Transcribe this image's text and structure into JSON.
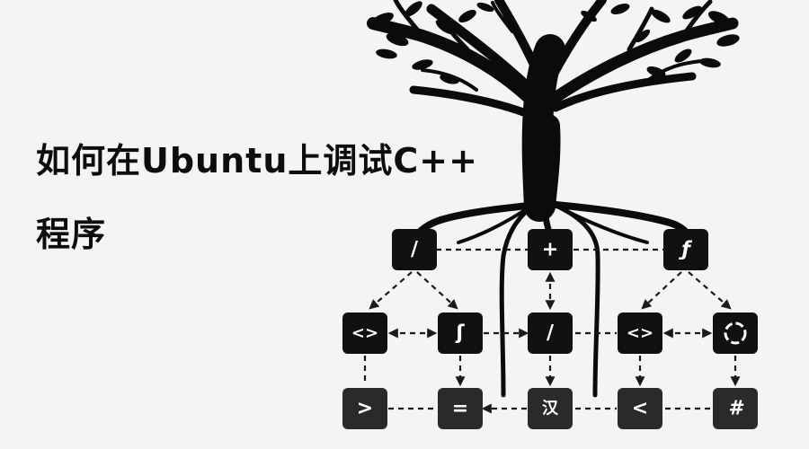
{
  "title": {
    "line1": "如何在Ubuntu上调试C++",
    "line2": "程序"
  },
  "nodes": {
    "top": [
      "/",
      "+",
      "ƒ"
    ],
    "middle": [
      "<>",
      "ʃ",
      "/",
      "<>",
      "◌"
    ],
    "bottom": [
      ">",
      "=",
      "汉",
      "<",
      "#"
    ]
  },
  "colors": {
    "background": "#f4f4f4",
    "ink": "#111111",
    "node_text": "#ffffff"
  },
  "icons": {
    "tree": "tree-icon",
    "cycle": "cycle-icon"
  }
}
